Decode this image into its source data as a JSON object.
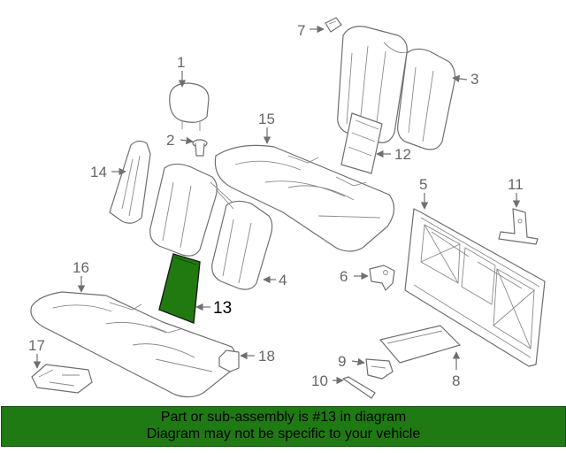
{
  "diagram": {
    "highlight_color": "#217a10",
    "highlighted_part": "13",
    "callouts": [
      "1",
      "2",
      "3",
      "4",
      "5",
      "6",
      "7",
      "8",
      "9",
      "10",
      "11",
      "12",
      "13",
      "14",
      "15",
      "16",
      "17",
      "18"
    ]
  },
  "banner": {
    "background": "#1f7a14",
    "line1": "Part or sub-assembly is #13 in diagram",
    "line2": "Diagram may not be specific to your vehicle"
  }
}
